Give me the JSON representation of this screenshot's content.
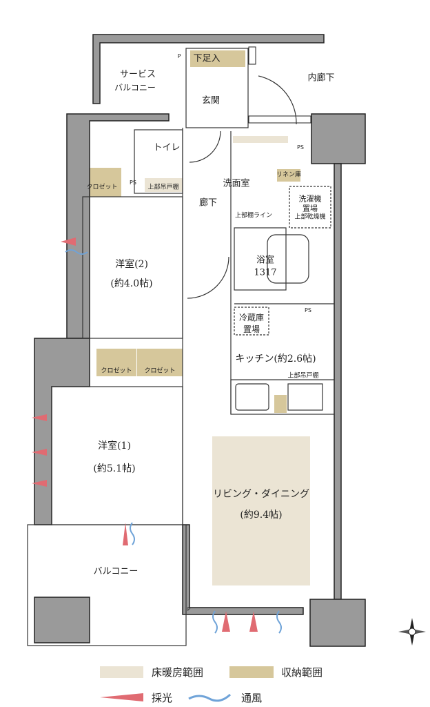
{
  "rooms": {
    "service_balcony": [
      "サービス",
      "バルコニー"
    ],
    "shoe_storage": "下足入",
    "entrance": "玄関",
    "inner_corridor": "内廊下",
    "toilet": "トイレ",
    "ps_toilet": "PS",
    "toilet_cabinet": "上部吊戸棚",
    "p_top": "P",
    "ps_washroom": "PS",
    "closet_room2": "クロゼット",
    "corridor": "廊下",
    "washroom": "洗面室",
    "linen": "リネン庫",
    "washer": [
      "洗濯機",
      "置場",
      "上部乾燥機"
    ],
    "shelf_line": "上部棚ライン",
    "bathroom": [
      "浴室",
      "1317"
    ],
    "ps_kitchen": "PS",
    "bedroom2": [
      "洋室(2)",
      "(約4.0帖)"
    ],
    "fridge": [
      "冷蔵庫",
      "置場"
    ],
    "kitchen": "キッチン(約2.6帖)",
    "kitchen_cabinet": "上部吊戸棚",
    "closet_room1_a": "クロゼット",
    "closet_room1_b": "クロゼット",
    "bedroom1": [
      "洋室(1)",
      "(約5.1帖)"
    ],
    "living": [
      "リビング・ダイニング",
      "(約9.4帖)"
    ],
    "balcony": "バルコニー",
    "p_bottom": "P"
  },
  "legend": {
    "floor_heating": "床暖房範囲",
    "storage": "収納範囲",
    "daylight": "採光",
    "ventilation": "通風"
  },
  "colors": {
    "floor_heating": "#ebe4d4",
    "storage": "#d6c79b",
    "wall": "#9a9a9a",
    "daylight": "#e06b72",
    "ventilation": "#6fa3d8"
  },
  "icons": [
    "compass-icon"
  ]
}
